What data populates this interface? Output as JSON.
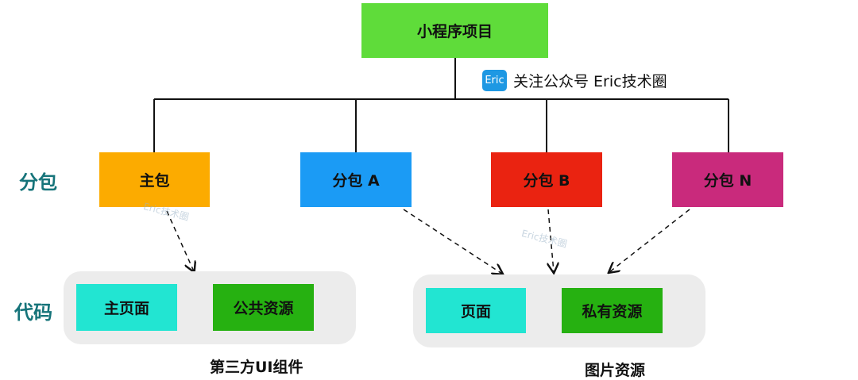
{
  "root": {
    "label": "小程序项目",
    "color": "#5fdc3a"
  },
  "watermark": {
    "badge": "Eric",
    "text": "关注公众号 Eric技术圈"
  },
  "faint_watermark": "Eric技术圈",
  "row_labels": {
    "subpackage": "分包",
    "code": "代码"
  },
  "packages": [
    {
      "label": "主包",
      "color": "#fcab00"
    },
    {
      "label": "分包 A",
      "color": "#1b9bf5"
    },
    {
      "label": "分包 B",
      "color": "#ea2311"
    },
    {
      "label": "分包 N",
      "color": "#c92a7c"
    }
  ],
  "left_group": {
    "items": [
      {
        "label": "主页面",
        "color": "#22e5d2"
      },
      {
        "label": "公共资源",
        "color": "#26b111"
      }
    ],
    "caption": "第三方UI组件"
  },
  "right_group": {
    "items": [
      {
        "label": "页面",
        "color": "#22e5d2"
      },
      {
        "label": "私有资源",
        "color": "#26b111"
      }
    ],
    "caption": "图片资源"
  }
}
